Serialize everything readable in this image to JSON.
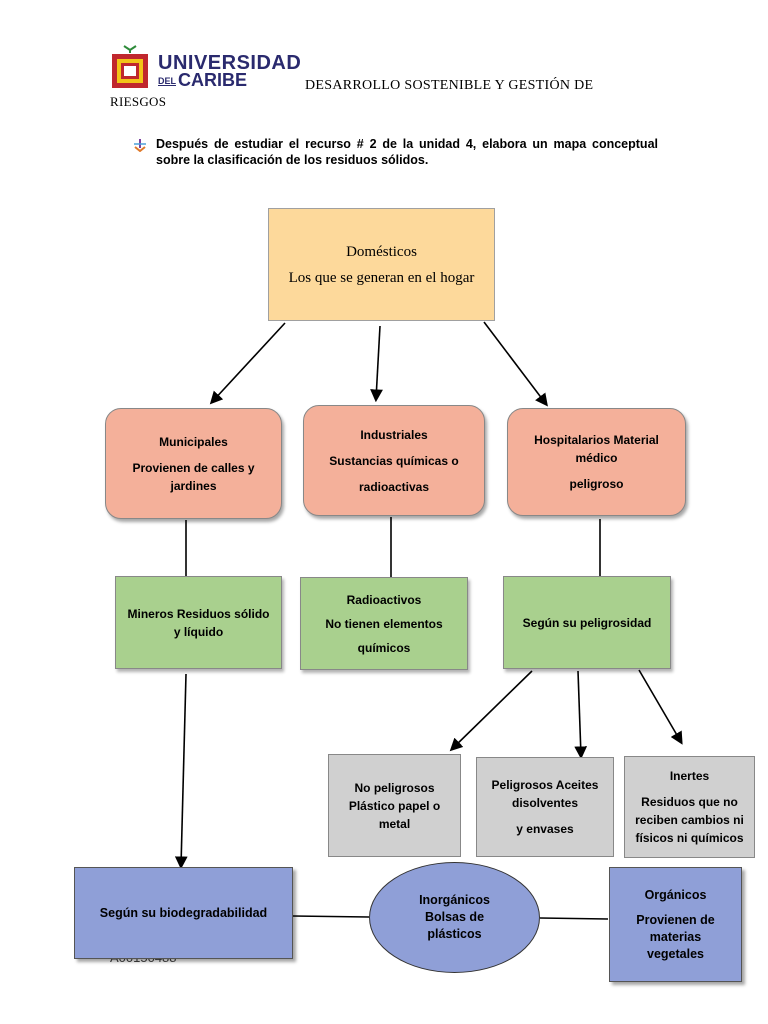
{
  "header": {
    "university_line1": "UNIVERSIDAD",
    "university_del": "DEL",
    "university_line2": "CARIBE",
    "course_line1": "DESARROLLO SOSTENIBLE Y GESTIÓN DE",
    "course_line2": "RIESGOS"
  },
  "instruction": "Después de estudiar el recurso # 2 de la unidad 4, elabora un mapa conceptual sobre la clasificación de los residuos sólidos.",
  "map": {
    "top": {
      "title": "Domésticos",
      "desc": "Los que se generan en el hogar"
    },
    "level2": [
      {
        "title": "Municipales",
        "desc": "Provienen de calles y jardines"
      },
      {
        "title": "Industriales",
        "desc": "Sustancias químicas o",
        "desc2": "radioactivas"
      },
      {
        "title": "Hospitalarios Material médico",
        "desc": "peligroso"
      }
    ],
    "level3": [
      {
        "title": "Mineros Residuos sólido y líquido"
      },
      {
        "title": "Radioactivos",
        "desc": "No tienen elementos",
        "desc2": "químicos"
      },
      {
        "title": "Según su peligrosidad"
      }
    ],
    "level4": [
      {
        "title": "No peligrosos Plástico papel o metal"
      },
      {
        "title": "Peligrosos Aceites disolventes",
        "desc": "y envases"
      },
      {
        "title": "Inertes",
        "desc": "Residuos que no reciben cambios ni físicos ni químicos"
      }
    ],
    "bottom": {
      "biodeg": "Según su biodegradabilidad",
      "inorganic": "Inorgánicos Bolsas de plásticos",
      "organic_title": "Orgánicos",
      "organic_desc": "Provienen de materias vegetales"
    }
  },
  "student": {
    "id": "A00150488"
  },
  "colors": {
    "top": "#fdd99b",
    "salmon": "#f4b09a",
    "green": "#a9d08e",
    "gray": "#d0d0d0",
    "blue": "#8f9fd7",
    "brand": "#2a2a6e"
  }
}
